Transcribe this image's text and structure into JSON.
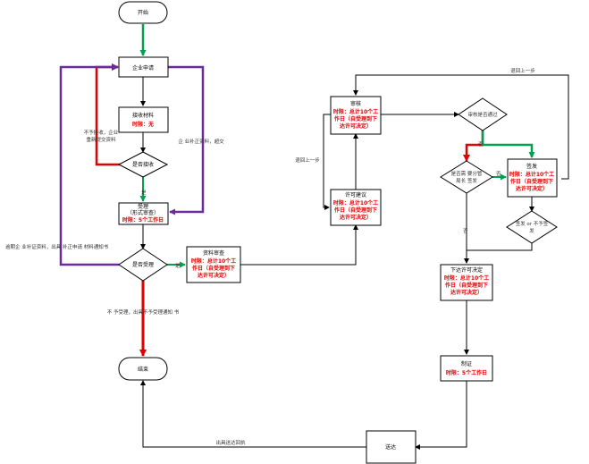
{
  "nodes": {
    "start": "开始",
    "apply": "企业申请",
    "receive": {
      "title": "接收材料",
      "time": "时限：无"
    },
    "accept_q": "是否接收",
    "accept_box": {
      "title": "受理",
      "sub": "（形式审查）",
      "time": "时限：5个工作日"
    },
    "accepted_q": "是否受理",
    "review": {
      "title": "资料审查",
      "time": [
        "时限：总计10个工",
        "作日（自受理到下",
        "达许可决定）"
      ]
    },
    "permit": {
      "title": "许可建议",
      "time": [
        "时限：总计10个工",
        "作日（自受理到下",
        "达许可决定）"
      ]
    },
    "audit": {
      "title": "审核",
      "time": [
        "时限：总计10个工",
        "作日（自受理到下",
        "达许可决定）"
      ]
    },
    "audit_q": "审核是否通过",
    "leader_q": [
      "是否需 要分管",
      "局长 签发"
    ],
    "sign": {
      "title": "签发",
      "time": [
        "时限：总计10个工",
        "作日（自受理到下",
        "达许可决定）"
      ]
    },
    "sign_q": [
      "签发 or 不予签",
      "发"
    ],
    "decision": {
      "title": "下达许可决定",
      "time": [
        "时限：总计10个工",
        "作日（自受理到下",
        "达许可决定）"
      ]
    },
    "certify": {
      "title": "制证",
      "time": "时限：5个工作日"
    },
    "deliver": "送达",
    "end": "结束"
  },
  "labels": {
    "reject_resubmit": [
      "不予接收，企业",
      "重新提交资料"
    ],
    "supplement": "企 业补正资料，超交",
    "overdue": "逾期企 业补证资料，出具 补正申请 材料通知书",
    "not_accepted": "不 予受理，出具不予受理通知 书",
    "yes1": "是",
    "yes2": "是",
    "no1": "否",
    "no2": "否",
    "no3": "否",
    "no4": "否",
    "yes3": "是",
    "return1": "退回上一步",
    "return2": "退回上一步",
    "deliver_receipt": "出具送达回执"
  },
  "colors": {
    "green": "#00a050",
    "red": "#e00000",
    "purple": "#6a2c9a"
  }
}
